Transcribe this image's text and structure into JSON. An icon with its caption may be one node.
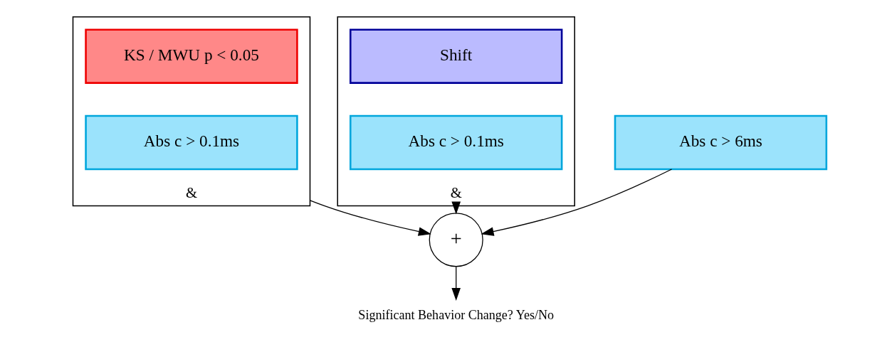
{
  "diagram": {
    "nodes": [
      {
        "text": [
          "&"
        ]
      },
      {
        "text": [
          "KS / MWU p < 0.05"
        ],
        "in": 0
      },
      {
        "text": [
          "Abs c > 0.1ms"
        ],
        "in": 0
      },
      {
        "text": [
          "&"
        ]
      },
      {
        "text": [
          "Shift"
        ],
        "in": 3
      },
      {
        "text": [
          "Abs c > 0.1ms"
        ],
        "in": 3
      },
      {
        "text": [
          "Abs c > 6ms"
        ]
      },
      {
        "text": [
          "+"
        ]
      },
      {
        "text": [
          "Significant Behavior Change? Yes/No"
        ]
      }
    ],
    "edges": [
      {
        "from": 0,
        "to": 7,
        "arrow": "to"
      },
      {
        "from": 3,
        "to": 7,
        "arrow": "to"
      },
      {
        "from": 6,
        "to": 7,
        "arrow": "to"
      },
      {
        "from": 7,
        "to": 8,
        "arrow": "to"
      }
    ]
  }
}
